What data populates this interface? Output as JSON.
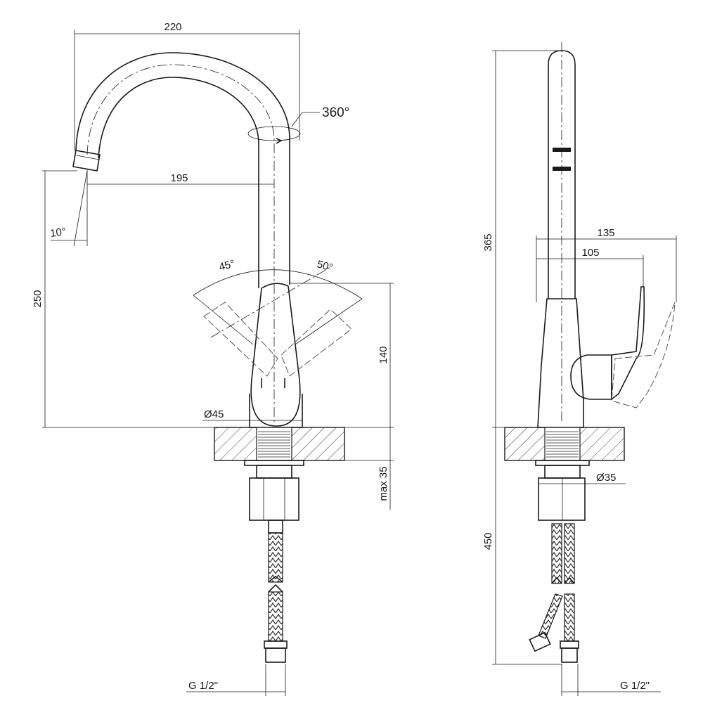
{
  "front_view": {
    "spout_reach": "220",
    "rotation": "360°",
    "outlet_reach": "195",
    "outlet_angle": "10°",
    "outlet_height": "250",
    "handle_left_angle": "45°",
    "handle_right_angle": "50°",
    "body_height": "140",
    "base_diameter": "Ø45",
    "max_deck_thickness": "max 35",
    "connection": "G 1/2\""
  },
  "side_view": {
    "total_height": "365",
    "handle_reach_max": "135",
    "handle_reach": "105",
    "shank_diameter": "Ø35",
    "hose_length": "450",
    "connection": "G 1/2\""
  },
  "colors": {
    "line": "#1a1a1a",
    "background": "#ffffff"
  }
}
